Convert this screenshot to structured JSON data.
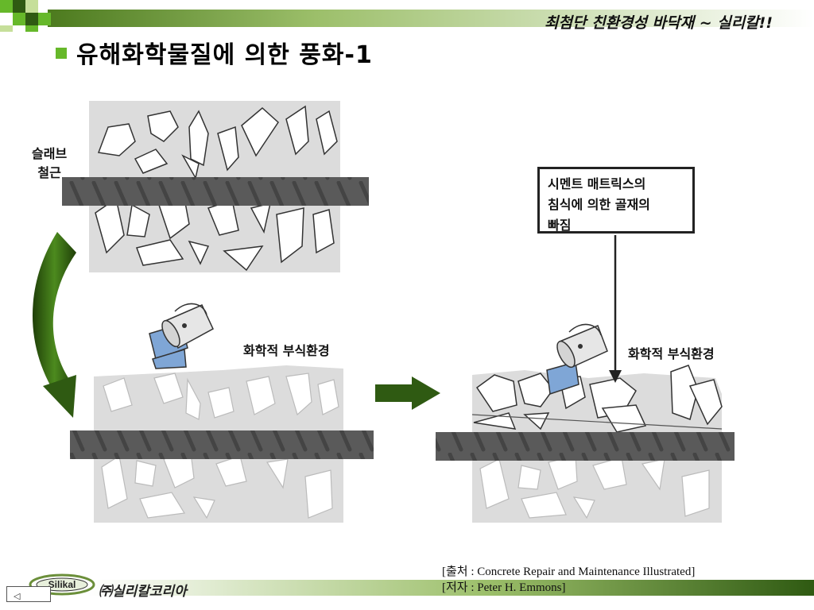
{
  "header": {
    "tagline": "최첨단 친환경성 바닥재 ~ 실리칼!!",
    "title": "유해화학물질에 의한 풍화-1"
  },
  "diagram": {
    "slab_label": "슬래브",
    "rebar_label": "철근",
    "callout": "시멘트 매트릭스의\n침식에 의한 골재의\n빠짐",
    "env_label_left": "화학적 부식환경",
    "env_label_right": "화학적 부식환경"
  },
  "footer": {
    "source_line": "[출처 : Concrete Repair and Maintenance Illustrated]",
    "author_line": "[저자 : Peter H. Emmons]",
    "company_name": "㈜실리칼코리아",
    "logo_text": "Silikal",
    "nav_glyph": "◁"
  },
  "colors": {
    "accent_green": "#66b82a",
    "dark_green": "#2f5a12",
    "concrete": "#dcdcdc",
    "rebar": "#5a5a5a",
    "liquid": "#7fa6d6"
  }
}
